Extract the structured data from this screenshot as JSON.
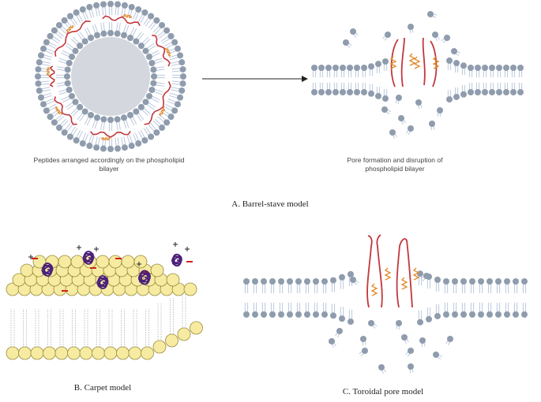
{
  "panel_a": {
    "left_caption_line1": "Peptides arranged accordingly on the phospholipid",
    "left_caption_line2": "bilayer",
    "right_caption_line1": "Pore formation and disruption of",
    "right_caption_line2": "phospholipid bilayer",
    "title": "A. Barrel-stave model"
  },
  "panel_b": {
    "title": "B. Carpet model"
  },
  "panel_c": {
    "title": "C. Toroidal  pore model"
  },
  "colors": {
    "headgroup": "#8f9cad",
    "tail": "#bcc8dd",
    "peptide_red": "#c2373c",
    "peptide_orange": "#e08a2a",
    "carpet_bead": "#f6eba1",
    "carpet_bead_stroke": "#9a8b3a",
    "carpet_peptide": "#4b1f7a",
    "vesicle_core": "#d4d7dd"
  }
}
